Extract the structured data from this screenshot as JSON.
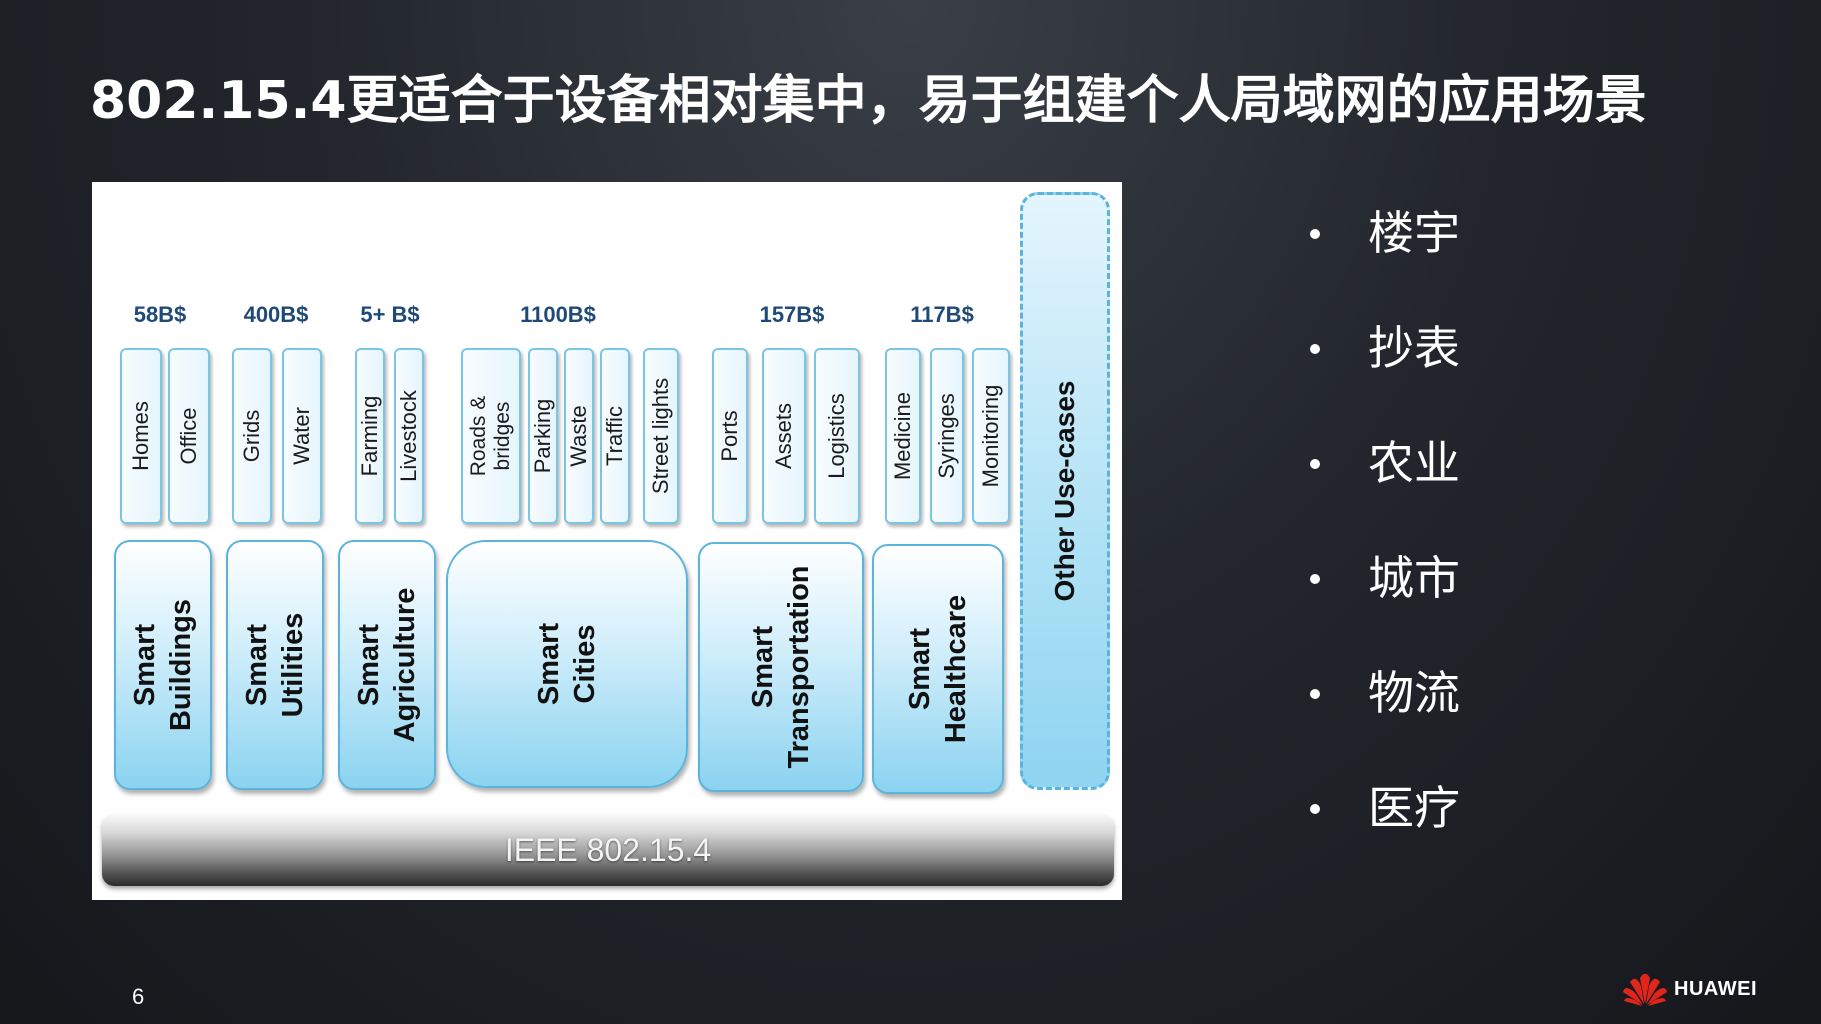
{
  "slide": {
    "title": "802.15.4更适合于设备相对集中，易于组建个人局域网的应用场景",
    "page_number": "6",
    "brand": "HUAWEI",
    "brand_color": "#e1251b"
  },
  "diagram": {
    "markets": [
      "58B$",
      "400B$",
      "5+ B$",
      "1100B$",
      "157B$",
      "117B$"
    ],
    "categories": [
      {
        "label": "Smart\nBuildings",
        "subs": [
          "Homes",
          "Office"
        ]
      },
      {
        "label": "Smart\nUtilities",
        "subs": [
          "Grids",
          "Water"
        ]
      },
      {
        "label": "Smart\nAgriculture",
        "subs": [
          "Farming",
          "Livestock"
        ]
      },
      {
        "label": "Smart\nCities",
        "subs": [
          "Roads &\nbridges",
          "Parking",
          "Waste",
          "Traffic",
          "Street lights"
        ]
      },
      {
        "label": "Smart\nTransportation",
        "subs": [
          "Ports",
          "Assets",
          "Logistics"
        ]
      },
      {
        "label": "Smart\nHealthcare",
        "subs": [
          "Medicine",
          "Syringes",
          "Monitoring"
        ]
      }
    ],
    "other": "Other Use-cases",
    "base": "IEEE 802.15.4",
    "accent_color": "#5cb4dd",
    "market_color": "#1f4a78"
  },
  "bullets": [
    "楼宇",
    "抄表",
    "农业",
    "城市",
    "物流",
    "医疗"
  ]
}
